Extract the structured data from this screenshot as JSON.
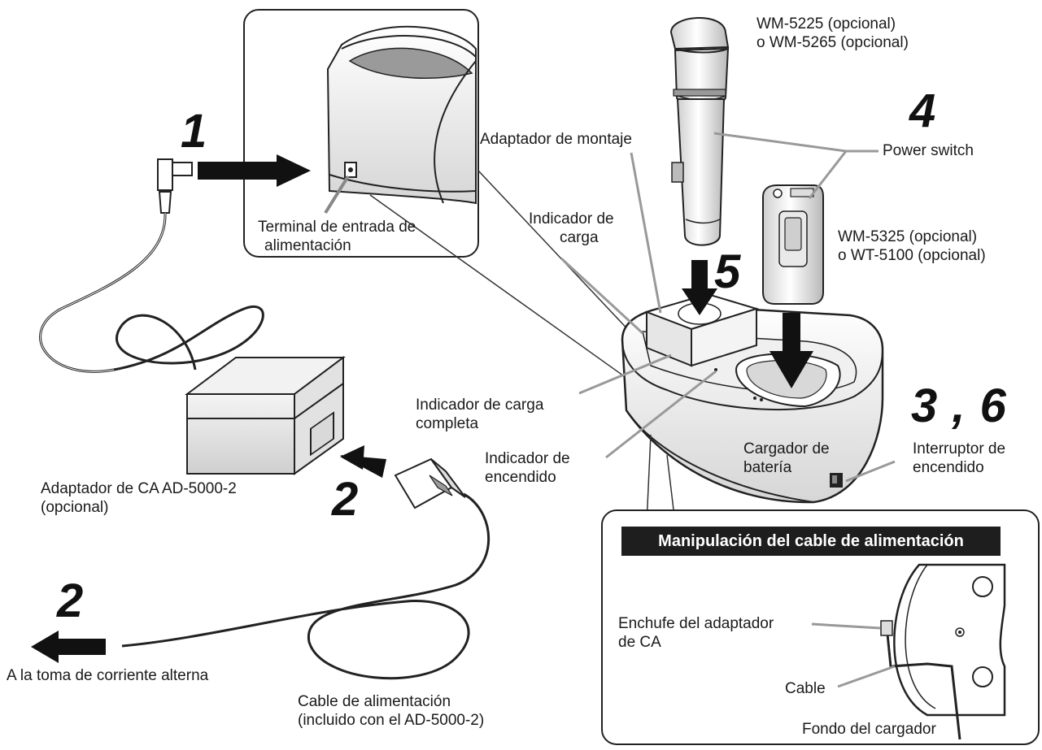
{
  "steps": {
    "one": "1",
    "two_adapter": "2",
    "two_outlet": "2",
    "three_six": "3 , 6",
    "four": "4",
    "five": "5"
  },
  "labels": {
    "mic_model_line1": "WM-5225 (opcional)",
    "mic_model_line2": "o WM-5265 (opcional)",
    "mounting_adapter": "Adaptador de montaje",
    "power_switch": "Power switch",
    "transmitter_line1": "WM-5325 (opcional)",
    "transmitter_line2": "o WT-5100 (opcional)",
    "terminal_line1": "Terminal de entrada de",
    "terminal_line2": "alimentación",
    "charge_indicator_line1": "Indicador de",
    "charge_indicator_line2": "carga",
    "full_charge_line1": "Indicador de carga",
    "full_charge_line2": "completa",
    "power_indicator_line1": "Indicador de",
    "power_indicator_line2": "encendido",
    "charger_line1": "Cargador de",
    "charger_line2": "batería",
    "power_switch_es_line1": "Interruptor de",
    "power_switch_es_line2": "encendido",
    "ac_adapter_line1": "Adaptador de CA AD-5000-2",
    "ac_adapter_line2": "(opcional)",
    "outlet": "A la toma de corriente alterna",
    "power_cable_line1": "Cable de alimentación",
    "power_cable_line2": "(incluido con el AD-5000-2)"
  },
  "inset": {
    "title": "Manipulación del cable de alimentación",
    "plug_line1": "Enchufe del adaptador",
    "plug_line2": "de CA",
    "cable": "Cable",
    "bottom": "Fondo del cargador"
  }
}
